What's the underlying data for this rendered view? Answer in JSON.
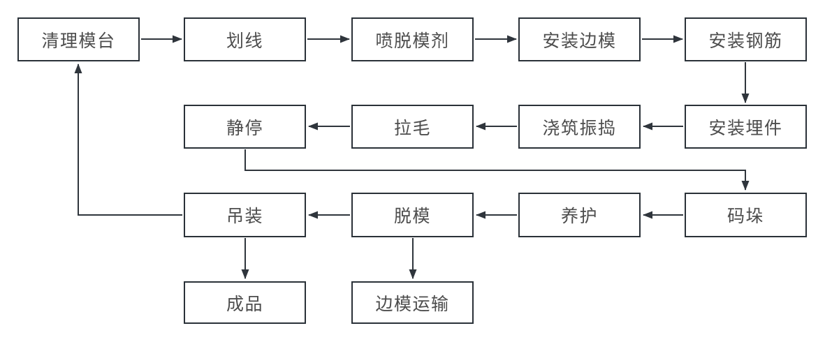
{
  "diagram": {
    "type": "flowchart",
    "colors": {
      "background": "#ffffff",
      "box_border": "#2a3138",
      "box_fill": "#ffffff",
      "arrow": "#2f353c",
      "text": "#4d4d4d"
    },
    "nodes": {
      "clean_mold_table": {
        "label": "清理模台"
      },
      "marking": {
        "label": "划线"
      },
      "spray_release_agent": {
        "label": "喷脱模剂"
      },
      "install_side_molds": {
        "label": "安装边模"
      },
      "install_rebar": {
        "label": "安装钢筋"
      },
      "static_rest": {
        "label": "静停"
      },
      "roughening": {
        "label": "拉毛"
      },
      "pour_vibrate": {
        "label": "浇筑振捣"
      },
      "install_embedded_parts": {
        "label": "安装埋件"
      },
      "hoisting": {
        "label": "吊装"
      },
      "demolding": {
        "label": "脱模"
      },
      "curing": {
        "label": "养护"
      },
      "stacking": {
        "label": "码垛"
      },
      "finished_product": {
        "label": "成品"
      },
      "side_mold_transport": {
        "label": "边模运输"
      }
    },
    "edges": [
      {
        "from": "清理模台",
        "to": "划线"
      },
      {
        "from": "划线",
        "to": "喷脱模剂"
      },
      {
        "from": "喷脱模剂",
        "to": "安装边模"
      },
      {
        "from": "安装边模",
        "to": "安装钢筋"
      },
      {
        "from": "安装钢筋",
        "to": "安装埋件"
      },
      {
        "from": "安装埋件",
        "to": "浇筑振捣"
      },
      {
        "from": "浇筑振捣",
        "to": "拉毛"
      },
      {
        "from": "拉毛",
        "to": "静停"
      },
      {
        "from": "静停",
        "to": "码垛"
      },
      {
        "from": "码垛",
        "to": "养护"
      },
      {
        "from": "养护",
        "to": "脱模"
      },
      {
        "from": "脱模",
        "to": "吊装"
      },
      {
        "from": "吊装",
        "to": "清理模台"
      },
      {
        "from": "吊装",
        "to": "成品"
      },
      {
        "from": "脱模",
        "to": "边模运输"
      }
    ]
  }
}
